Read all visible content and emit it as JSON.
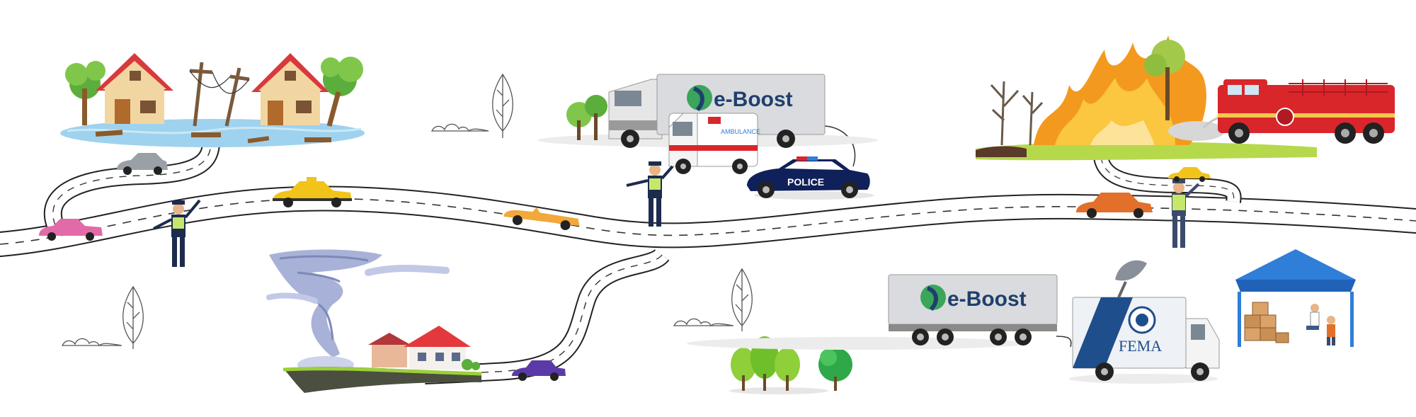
{
  "scene": {
    "trailer_brand_top": "e-Boost",
    "trailer_brand_bottom": "e-Boost",
    "police_label": "POLICE",
    "ambulance_label": "AMBULANCE",
    "fema_label": "FEMA"
  },
  "colors": {
    "eboost_blue": "#1f3f6e",
    "eboost_green": "#3aa55b",
    "police_blue": "#10205a",
    "fema_blue": "#1f4e8c",
    "fire_orange": "#f39a1e",
    "tent_blue": "#2f7ed8",
    "water_blue": "#9fd2ee",
    "grass_green": "#b6d94c"
  },
  "icons": [
    "flood-houses",
    "tornado",
    "wildfire",
    "fire-truck",
    "police-car",
    "ambulance",
    "truck",
    "fema-truck",
    "relief-tent",
    "traffic-officer",
    "tree"
  ]
}
